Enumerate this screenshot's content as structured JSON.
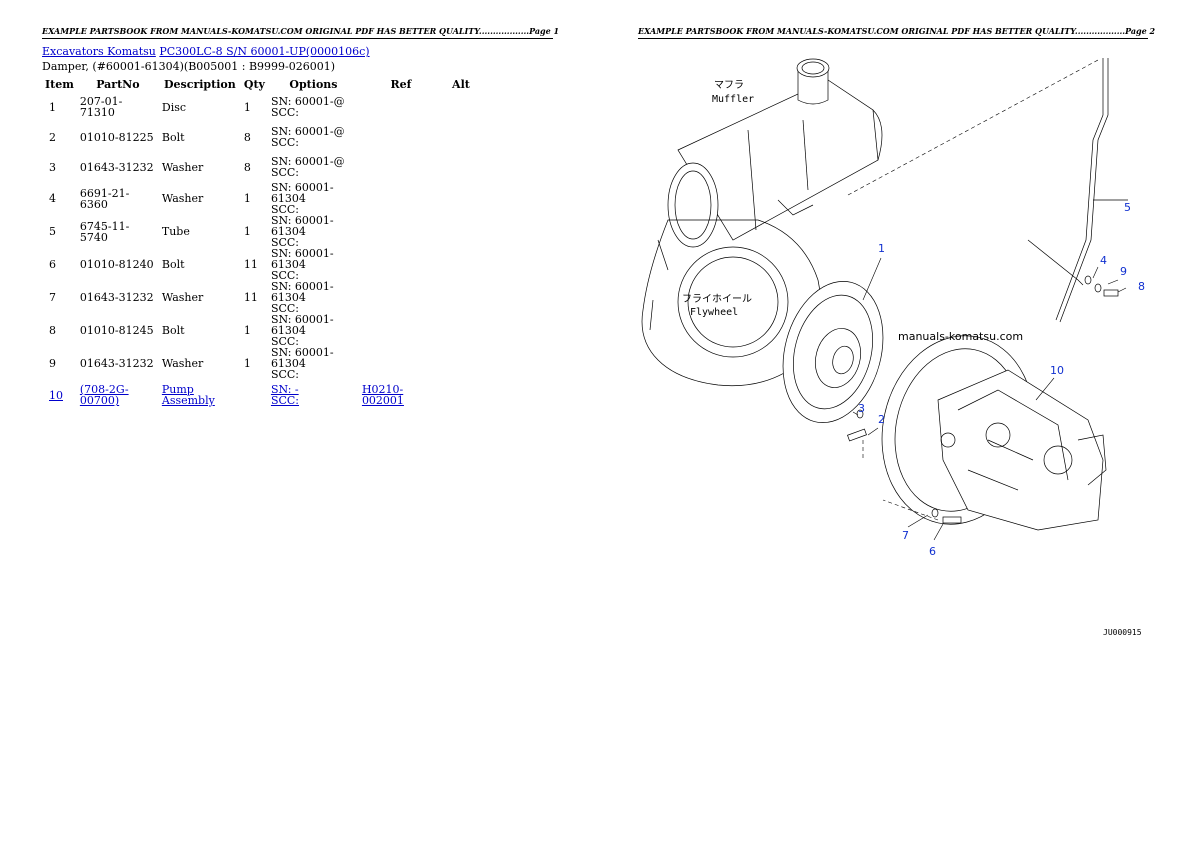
{
  "headers": {
    "page1": "EXAMPLE PARTSBOOK FROM MANUALS-KOMATSU.COM ORIGINAL PDF HAS BETTER QUALITY..................Page 1",
    "page2": "EXAMPLE PARTSBOOK FROM MANUALS-KOMATSU.COM ORIGINAL PDF HAS BETTER QUALITY..................Page 2"
  },
  "breadcrumb": {
    "level1": "Excavators Komatsu",
    "level2": "PC300LC-8 S/N 60001-UP(0000106c)"
  },
  "subtitle": "Damper, (#60001-61304)(B005001 : B9999-026001)",
  "table": {
    "columns": [
      "Item",
      "PartNo",
      "Description",
      "Qty",
      "Options",
      "Ref",
      "Alt"
    ],
    "rows": [
      {
        "item": "1",
        "part": "207-01-71310",
        "desc": "Disc",
        "qty": "1",
        "sn": "SN: 60001-@",
        "scc": "SCC:",
        "ref": "",
        "alt": ""
      },
      {
        "item": "2",
        "part": "01010-81225",
        "desc": "Bolt",
        "qty": "8",
        "sn": "SN: 60001-@",
        "scc": "SCC:",
        "ref": "",
        "alt": ""
      },
      {
        "item": "3",
        "part": "01643-31232",
        "desc": "Washer",
        "qty": "8",
        "sn": "SN: 60001-@",
        "scc": "SCC:",
        "ref": "",
        "alt": ""
      },
      {
        "item": "4",
        "part": "6691-21-6360",
        "desc": "Washer",
        "qty": "1",
        "sn": "SN: 60001-61304",
        "scc": "SCC:",
        "ref": "",
        "alt": ""
      },
      {
        "item": "5",
        "part": "6745-11-5740",
        "desc": "Tube",
        "qty": "1",
        "sn": "SN: 60001-61304",
        "scc": "SCC:",
        "ref": "",
        "alt": ""
      },
      {
        "item": "6",
        "part": "01010-81240",
        "desc": "Bolt",
        "qty": "11",
        "sn": "SN: 60001-61304",
        "scc": "SCC:",
        "ref": "",
        "alt": ""
      },
      {
        "item": "7",
        "part": "01643-31232",
        "desc": "Washer",
        "qty": "11",
        "sn": "SN: 60001-61304",
        "scc": "SCC:",
        "ref": "",
        "alt": ""
      },
      {
        "item": "8",
        "part": "01010-81245",
        "desc": "Bolt",
        "qty": "1",
        "sn": "SN: 60001-61304",
        "scc": "SCC:",
        "ref": "",
        "alt": ""
      },
      {
        "item": "9",
        "part": "01643-31232",
        "desc": "Washer",
        "qty": "1",
        "sn": "SN: 60001-61304",
        "scc": "SCC:",
        "ref": "",
        "alt": ""
      },
      {
        "item": "10",
        "part": "(708-2G-00700)",
        "desc": "Pump Assembly",
        "qty": "",
        "sn": "SN: -",
        "scc": "SCC:",
        "ref": "H0210-002001",
        "alt": "",
        "link": true
      }
    ]
  },
  "diagram": {
    "label_muffler_jp": "マフラ",
    "label_muffler": "Muffler",
    "label_flywheel_jp": "フライホイール",
    "label_flywheel": "Flywheel",
    "watermark": "manuals-komatsu.com",
    "drawing_code": "JU000915",
    "callouts": [
      "1",
      "2",
      "3",
      "4",
      "5",
      "6",
      "7",
      "8",
      "9",
      "10"
    ],
    "callout_color": "#1030d0"
  }
}
